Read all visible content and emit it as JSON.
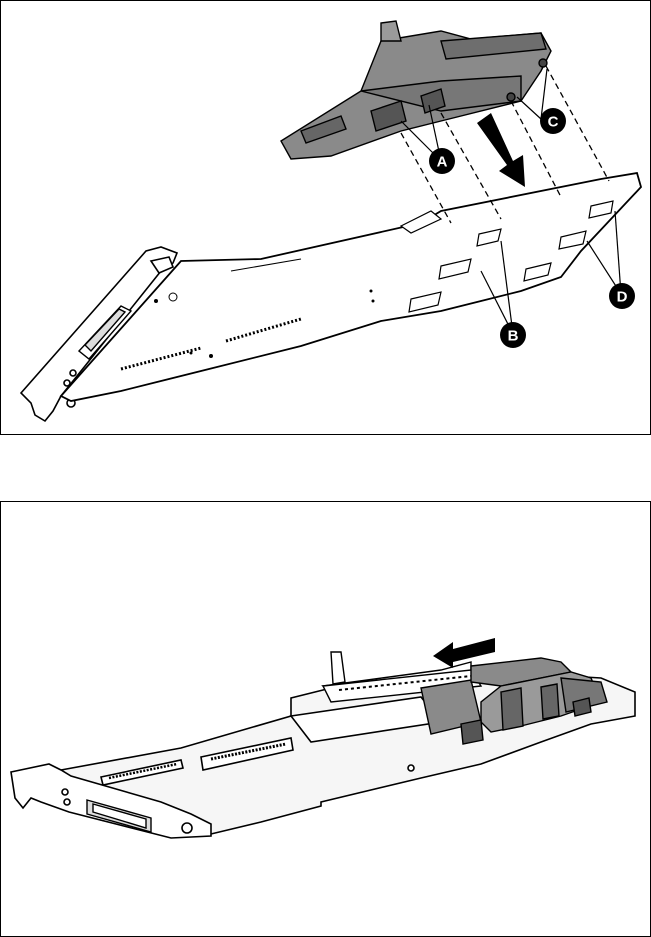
{
  "figure_top": {
    "callouts": [
      {
        "id": "A",
        "text": "A"
      },
      {
        "id": "B",
        "text": "B"
      },
      {
        "id": "C",
        "text": "C"
      },
      {
        "id": "D",
        "text": "D"
      }
    ],
    "arrow_direction": "down-right"
  },
  "figure_bottom": {
    "arrow_direction": "left"
  },
  "colors": {
    "outline": "#000000",
    "paper": "#ffffff",
    "module_gray": "#8a8a8a",
    "module_dark": "#555555",
    "board_light": "#f2f2f2",
    "callout_fill": "#000000"
  }
}
